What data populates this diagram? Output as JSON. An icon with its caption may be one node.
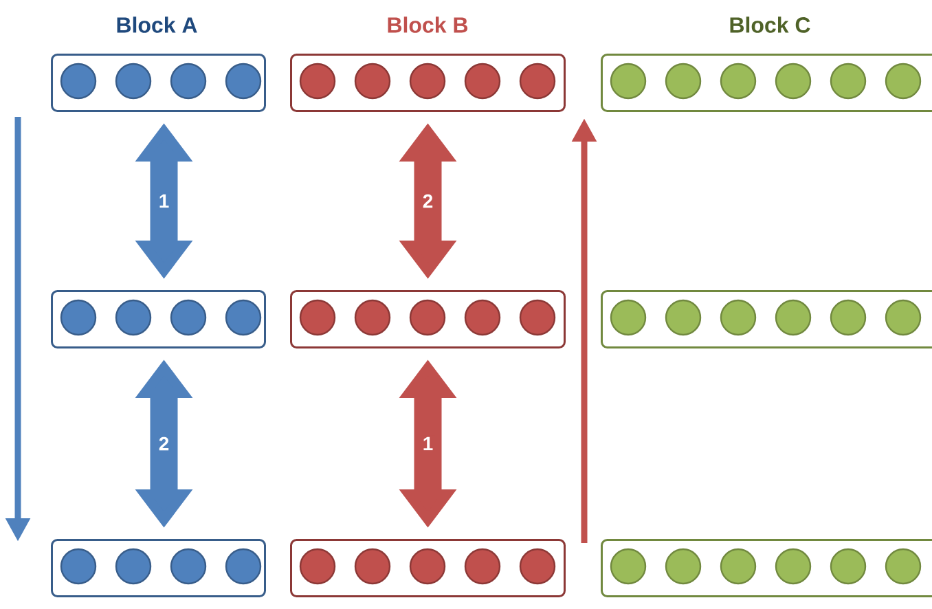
{
  "diagram": {
    "nodes": [
      {
        "text": [],
        "shape": "box"
      },
      {
        "text": [],
        "shape": "box"
      },
      {
        "text": [],
        "shape": "box"
      },
      {
        "text": [],
        "shape": "box"
      },
      {
        "text": [],
        "shape": "box"
      },
      {
        "text": [],
        "shape": "box"
      },
      {
        "text": [],
        "shape": "box"
      },
      {
        "text": [],
        "shape": "box"
      },
      {
        "text": [],
        "shape": "box"
      }
    ],
    "edges": [
      {
        "from": 0,
        "to": 3,
        "arrow": "both",
        "label": "1",
        "color": "#4f81bd"
      },
      {
        "from": 3,
        "to": 6,
        "arrow": "both",
        "label": "2",
        "color": "#4f81bd"
      },
      {
        "from": 1,
        "to": 4,
        "arrow": "both",
        "label": "2",
        "color": "#c0504d"
      },
      {
        "from": 4,
        "to": 7,
        "arrow": "both",
        "label": "1",
        "color": "#c0504d"
      }
    ],
    "labels": [
      "Block A",
      "Block B",
      "Block C"
    ]
  }
}
